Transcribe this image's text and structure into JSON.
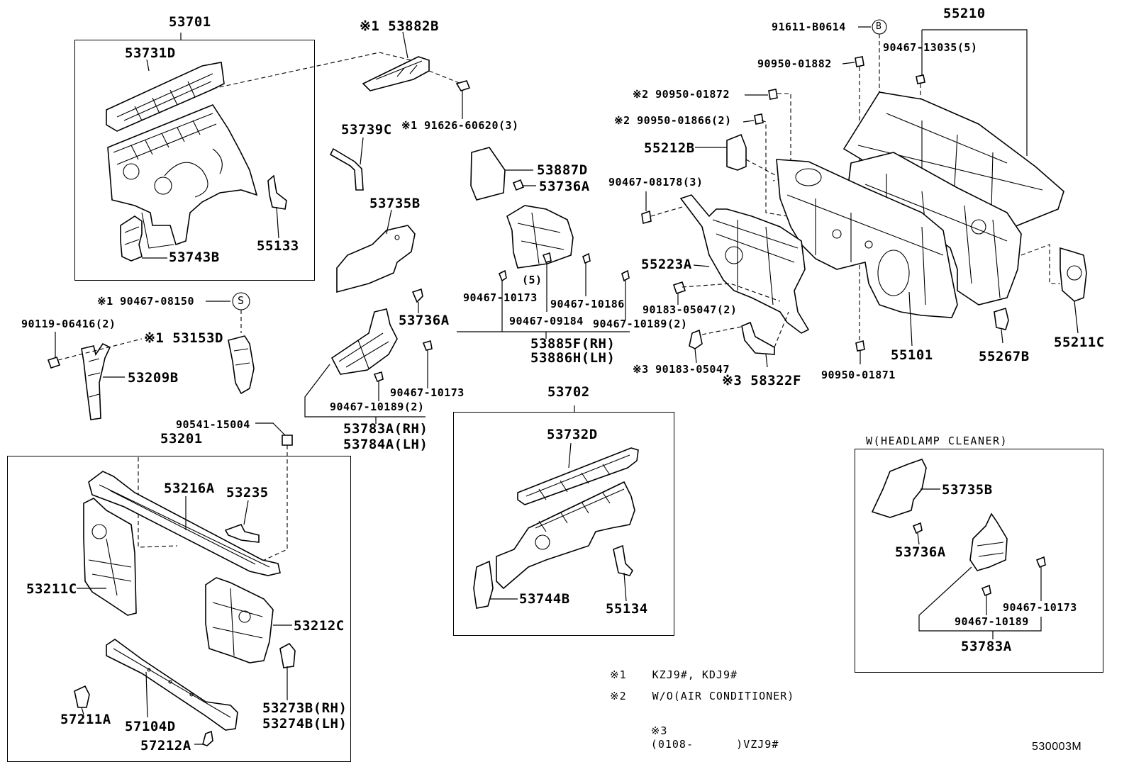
{
  "labels": {
    "p53701": "53701",
    "p53731D": "53731D",
    "p53743B": "53743B",
    "p55133": "55133",
    "p53882B": "※1 53882B",
    "p91626": "※1 91626-60620(3)",
    "p53739C": "53739C",
    "p53735B": "53735B",
    "p53887D": "53887D",
    "p53736A_top": "53736A",
    "p53736A_mid": "53736A",
    "p90467_08150": "※1 90467-08150",
    "p90119": "90119-06416(2)",
    "p53153D": "※1 53153D",
    "p53209B": "53209B",
    "p90467_10173_a": "90467-10173",
    "p5_qty": "(5)",
    "p90467_10186": "90467-10186",
    "p90467_09184": "90467-09184",
    "p90467_10189_2a": "90467-10189(2)",
    "p53885F": "53885F(RH)",
    "p53886H": "53886H(LH)",
    "p90467_10173_b": "90467-10173",
    "p90467_10189_2b": "90467-10189(2)",
    "p53783A_rh": "53783A(RH)",
    "p53784A": "53784A(LH)",
    "p90541": "90541-15004",
    "p53201": "53201",
    "p53216A": "53216A",
    "p53235": "53235",
    "p53211C": "53211C",
    "p53212C": "53212C",
    "p53273B": "53273B(RH)",
    "p53274B": "53274B(LH)",
    "p57211A": "57211A",
    "p57104D": "57104D",
    "p57212A": "57212A",
    "p53702": "53702",
    "p53732D": "53732D",
    "p53744B": "53744B",
    "p55134": "55134",
    "p91611": "91611-B0614",
    "p55210": "55210",
    "p90467_13035": "90467-13035(5)",
    "p90950_01882": "90950-01882",
    "p90950_01872": "※2 90950-01872",
    "p90950_01866": "※2 90950-01866(2)",
    "p55212B": "55212B",
    "p90467_08178": "90467-08178(3)",
    "p55223A": "55223A",
    "p90183_05047_2": "90183-05047(2)",
    "p90183_05047": "※3 90183-05047",
    "p58322F": "※3 58322F",
    "p90950_01871": "90950-01871",
    "p55101": "55101",
    "p55267B": "55267B",
    "p55211C": "55211C",
    "headlamp_title": "W(HEADLAMP CLEANER)",
    "hl_53735B": "53735B",
    "hl_53736A": "53736A",
    "hl_90467_10173": "90467-10173",
    "hl_90467_10189": "90467-10189",
    "hl_53783A": "53783A",
    "marker_B": "B",
    "marker_S": "S"
  },
  "notes": [
    {
      "mark": "※1",
      "text": "KZJ9#, KDJ9#"
    },
    {
      "mark": "※2",
      "text": "W/O(AIR CONDITIONER)"
    },
    {
      "mark": "※3",
      "text": "(0108-      )VZJ9#"
    }
  ],
  "diagram_code": "530003M"
}
